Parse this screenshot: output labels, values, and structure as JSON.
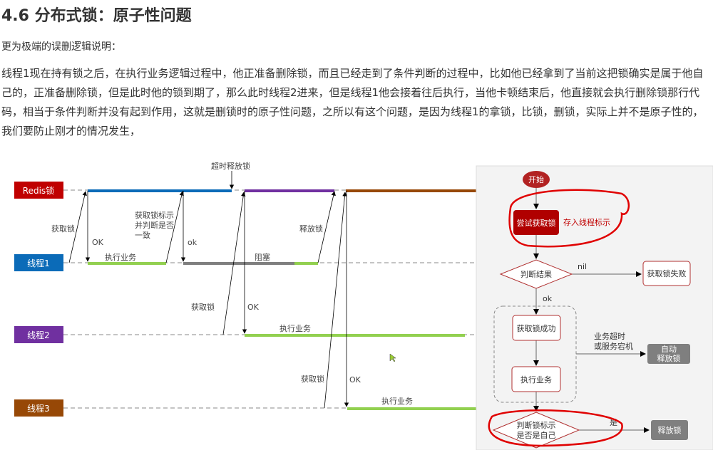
{
  "title": "4.6 分布式锁：原子性问题",
  "intro": "更为极端的误删逻辑说明：",
  "paragraph": "线程1现在持有锁之后，在执行业务逻辑过程中，他正准备删除锁，而且已经走到了条件判断的过程中，比如他已经拿到了当前这把锁确实是属于他自己的，正准备删除锁，但是此时他的锁到期了，那么此时线程2进来，但是线程1他会接着往后执行，当他卡顿结束后，他直接就会执行删除锁那行代码，相当于条件判断并没有起到作用，这就是删锁时的原子性问题，之所以有这个问题，是因为线程1的拿锁，比锁，删锁，实际上并不是原子性的，我们要防止刚才的情况发生，",
  "timeline": {
    "lanes": {
      "redis": "Redis锁",
      "t1": "线程1",
      "t2": "线程2",
      "t3": "线程3"
    },
    "labels": {
      "timeout_release": "超时释放锁",
      "acquire1": "获取锁",
      "ok1": "OK",
      "exec1": "执行业务",
      "check_line1": "获取锁标示",
      "check_line2": "并判断是否",
      "check_line3": "一致",
      "ok2": "ok",
      "blocked": "阻塞",
      "release": "释放锁",
      "acquire2": "获取锁",
      "ok3": "OK",
      "exec2": "执行业务",
      "acquire3": "获取锁",
      "ok4": "OK",
      "exec3": "执行业务"
    },
    "colors": {
      "redis": "#c00000",
      "t1": "#0b6bb8",
      "t2": "#7030a0",
      "t3": "#974806",
      "green": "#92d050",
      "gray": "#7f7f7f"
    }
  },
  "flowchart": {
    "start": "开始",
    "try_lock": "尝试获取锁",
    "annotation": "存入线程标示",
    "judge": "判断结果",
    "nil": "nil",
    "fail": "获取锁失败",
    "ok": "ok",
    "success": "获取锁成功",
    "exec": "执行业务",
    "timeout_line1": "业务超时",
    "timeout_line2": "或服务宕机",
    "auto_release_line1": "自动",
    "auto_release_line2": "释放锁",
    "check_line1": "判断锁标示",
    "check_line2": "是否是自己",
    "yes": "是",
    "release": "释放锁"
  }
}
